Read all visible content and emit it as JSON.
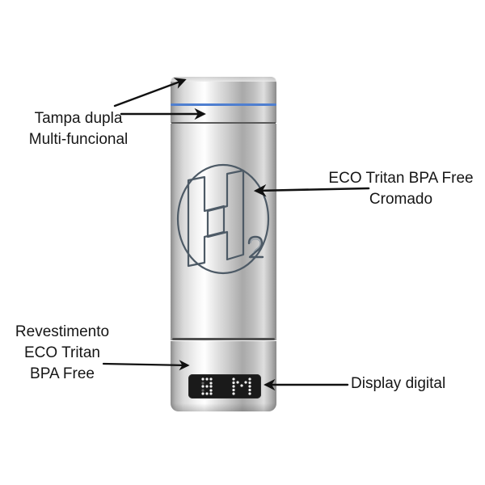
{
  "product": {
    "name": "H2 hydrogen water bottle",
    "logo_text": "H2",
    "display_reading": "3M",
    "colors": {
      "accent_ring": "#4f7fd0",
      "display_bg": "#1a1a1a",
      "display_dots": "#f2f2f2",
      "label_text": "#161616"
    }
  },
  "labels": {
    "cap": {
      "line1": "Tampa dupla",
      "line2": "Multi-funcional"
    },
    "body": {
      "line1": "ECO Tritan BPA Free",
      "line2": "Cromado"
    },
    "base": {
      "line1": "Revestimento",
      "line2": "ECO Tritan",
      "line3": "BPA Free"
    },
    "display": {
      "line1": "Display digital"
    }
  }
}
